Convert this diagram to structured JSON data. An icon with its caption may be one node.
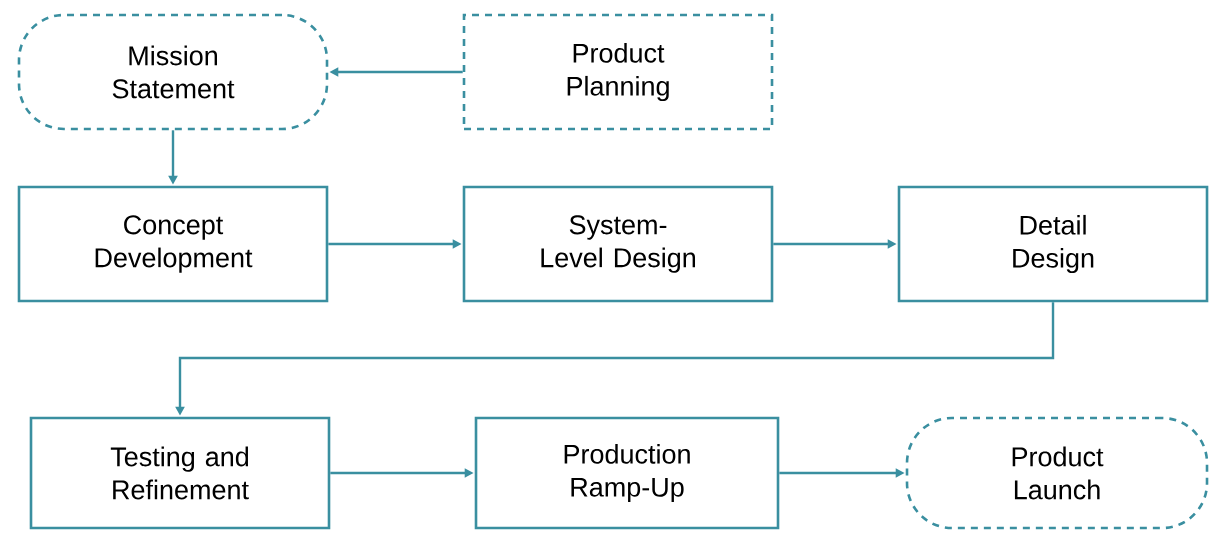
{
  "diagram": {
    "nodes": [
      {
        "text": [
          "Mission Statement"
        ]
      },
      {
        "text": [
          "Product Planning"
        ]
      },
      {
        "text": [
          "Concept Development"
        ]
      },
      {
        "text": [
          "System-Level Design"
        ]
      },
      {
        "text": [
          "Detail Design"
        ]
      },
      {
        "text": [
          "Testing and Refinement"
        ]
      },
      {
        "text": [
          "Production Ramp-Up"
        ]
      },
      {
        "text": [
          "Product Launch"
        ]
      }
    ],
    "edges": [
      {
        "from": 1,
        "to": 0,
        "arrow": "to"
      },
      {
        "from": 0,
        "to": 2,
        "arrow": "to"
      },
      {
        "from": 2,
        "to": 3,
        "arrow": "to"
      },
      {
        "from": 3,
        "to": 4,
        "arrow": "to"
      },
      {
        "from": 4,
        "to": 5,
        "arrow": "to"
      },
      {
        "from": 5,
        "to": 6,
        "arrow": "to"
      },
      {
        "from": 6,
        "to": 7,
        "arrow": "to"
      }
    ]
  }
}
